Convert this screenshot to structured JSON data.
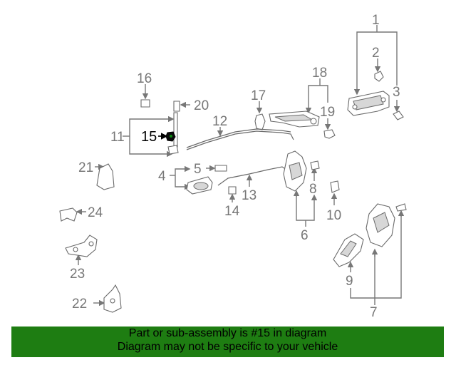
{
  "diagram": {
    "highlight_part": "15",
    "callouts": [
      "1",
      "2",
      "3",
      "4",
      "5",
      "6",
      "7",
      "8",
      "9",
      "10",
      "11",
      "12",
      "13",
      "14",
      "15",
      "16",
      "17",
      "18",
      "19",
      "20",
      "21",
      "22",
      "23",
      "24"
    ]
  },
  "footer": {
    "line1": "Part or sub-assembly is #15 in diagram",
    "line2": "Diagram may not be specific to your vehicle",
    "background": "#1e7d12"
  }
}
